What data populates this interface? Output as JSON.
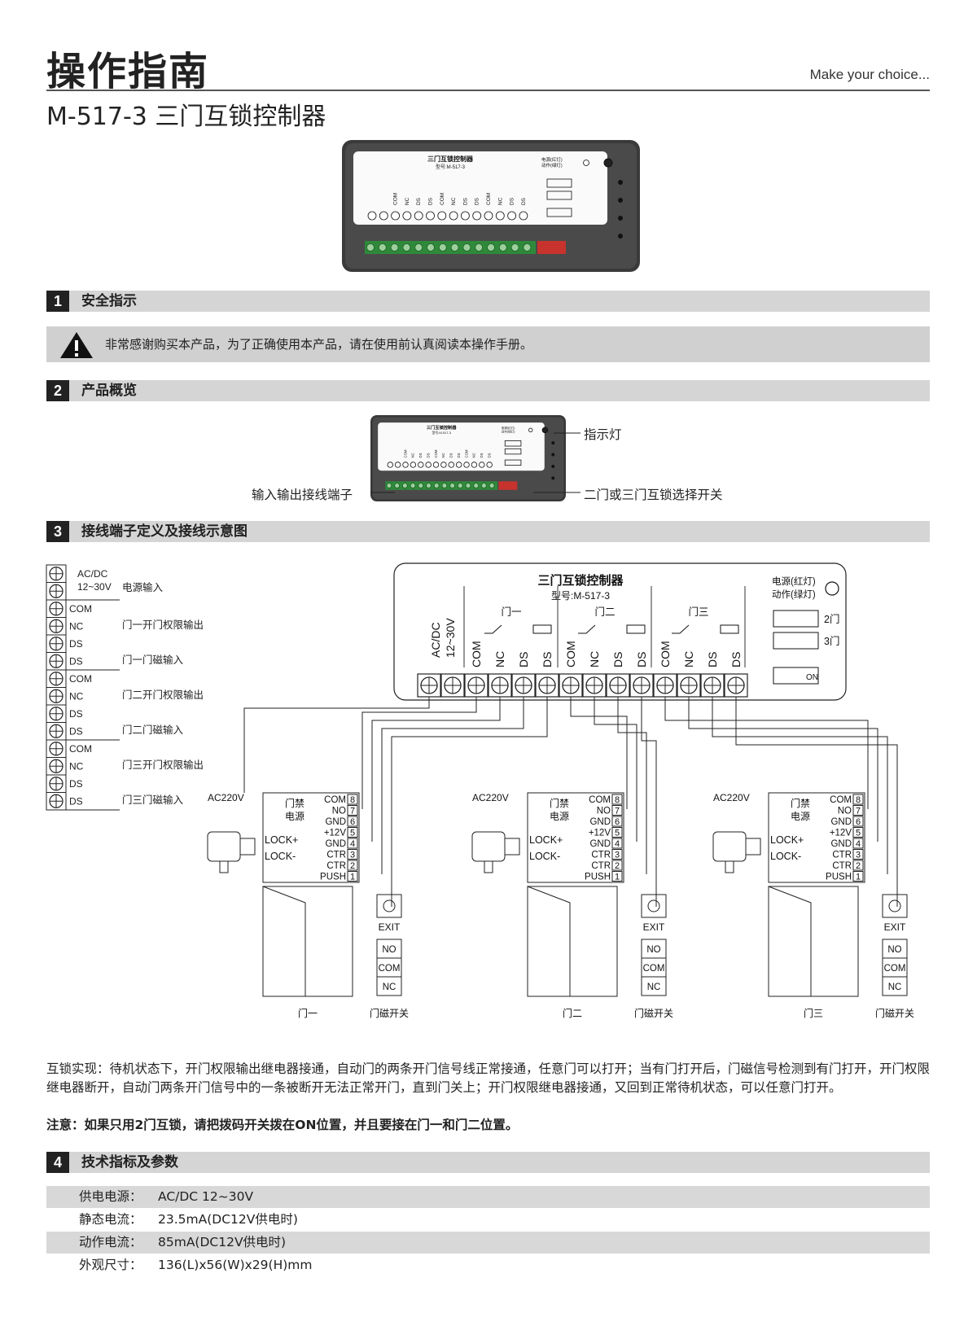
{
  "header": {
    "title": "操作指南",
    "tagline": "Make  your choice...",
    "subtitle": "M-517-3  三门互锁控制器"
  },
  "device": {
    "title": "三门互锁控制器",
    "model": "型号:M-517-3",
    "led_text": [
      "电源(红灯)",
      "动作(绿灯)"
    ],
    "power_label": [
      "AC/DC",
      "12~30V"
    ],
    "door_groups": [
      "门一",
      "门二",
      "门三"
    ],
    "terminals": [
      "COM",
      "NC",
      "DS",
      "DS",
      "COM",
      "NC",
      "DS",
      "DS",
      "COM",
      "NC",
      "DS",
      "DS"
    ],
    "switch_labels": [
      "2门",
      "3门"
    ],
    "switch_on": "ON"
  },
  "sections": {
    "s1": {
      "num": "1",
      "title": "安全指示"
    },
    "s2": {
      "num": "2",
      "title": "产品概览"
    },
    "s3": {
      "num": "3",
      "title": "接线端子定义及接线示意图"
    },
    "s4": {
      "num": "4",
      "title": "技术指标及参数"
    }
  },
  "warning": "非常感谢购买本产品，为了正确使用本产品，请在使用前认真阅读本操作手册。",
  "overview": {
    "indicator": "指示灯",
    "terminals": "输入输出接线端子",
    "switch": "二门或三门互锁选择开关"
  },
  "terminal_def": {
    "rows": [
      "",
      "",
      "COM",
      "NC",
      "DS",
      "DS",
      "COM",
      "NC",
      "DS",
      "DS",
      "COM",
      "NC",
      "DS",
      "DS"
    ],
    "power_text": [
      "AC/DC",
      "12~30V"
    ],
    "descriptions": [
      "电源输入",
      "门一开门权限输出",
      "门一门磁输入",
      "门二开门权限输出",
      "门二门磁输入",
      "门三开门权限输出",
      "门三门磁输入"
    ]
  },
  "wiring": {
    "ac": "AC220V",
    "psu_title": [
      "门禁",
      "电源"
    ],
    "psu_terms": [
      [
        "COM",
        "8"
      ],
      [
        "NO",
        "7"
      ],
      [
        "GND",
        "6"
      ],
      [
        "+12V",
        "5"
      ],
      [
        "GND",
        "4"
      ],
      [
        "CTR",
        "3"
      ],
      [
        "CTR",
        "2"
      ],
      [
        "PUSH",
        "1"
      ]
    ],
    "lock": [
      "LOCK+",
      "LOCK-"
    ],
    "exit": "EXIT",
    "contact": [
      "NO",
      "COM",
      "NC"
    ],
    "door_names": [
      "门一",
      "门二",
      "门三"
    ],
    "contact_label": "门磁开关"
  },
  "description": "互锁实现：待机状态下，开门权限输出继电器接通，自动门的两条开门信号线正常接通，任意门可以打开；当有门打开后，门磁信号检测到有门打开，开门权限继电器断开，自动门两条开门信号中的一条被断开无法正常开门，直到门关上；开门权限继电器接通，又回到正常待机状态，可以任意门打开。",
  "note": "注意：如果只用2门互锁，请把拨码开关拨在ON位置，并且要接在门一和门二位置。",
  "specs": [
    {
      "k": "供电电源：",
      "v": "AC/DC 12~30V"
    },
    {
      "k": "静态电流：",
      "v": "23.5mA(DC12V供电时)"
    },
    {
      "k": "动作电流：",
      "v": "85mA(DC12V供电时)"
    },
    {
      "k": "外观尺寸：",
      "v": "136(L)x56(W)x29(H)mm"
    }
  ]
}
